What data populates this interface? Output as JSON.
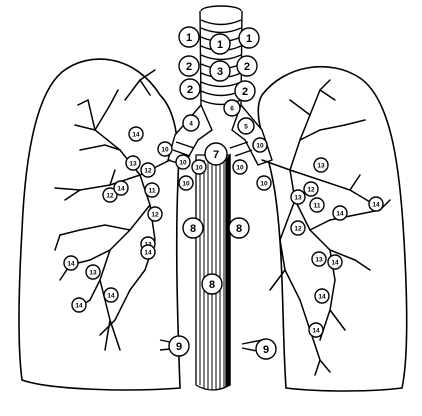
{
  "diagram": {
    "labels": {
      "n1a": "1",
      "n1b": "1",
      "n1c": "1",
      "n2a": "2",
      "n2b": "2",
      "n2c": "2",
      "n2d": "2",
      "n3": "3",
      "n4": "4",
      "n5": "5",
      "n6": "6",
      "n7": "7",
      "n8a": "8",
      "n8b": "8",
      "n8c": "8",
      "n9a": "9",
      "n9b": "9",
      "n10a": "10",
      "n10b": "10",
      "n10c": "10",
      "n10d": "10",
      "n10e": "10",
      "n10f": "10",
      "n10g": "10",
      "n11a": "11",
      "n11b": "11",
      "n12a": "12",
      "n12b": "12",
      "n12c": "12",
      "n12d": "12",
      "n12e": "12",
      "n13a": "13",
      "n13b": "13",
      "n13c": "13",
      "n13d": "13",
      "n13e": "13",
      "n13f": "13",
      "n14a": "14",
      "n14b": "14",
      "n14c": "14",
      "n14d": "14",
      "n14e": "14",
      "n14f": "14",
      "n14g": "14",
      "n14h": "14",
      "n14i": "14",
      "n14j": "14",
      "n14k": "14"
    }
  }
}
